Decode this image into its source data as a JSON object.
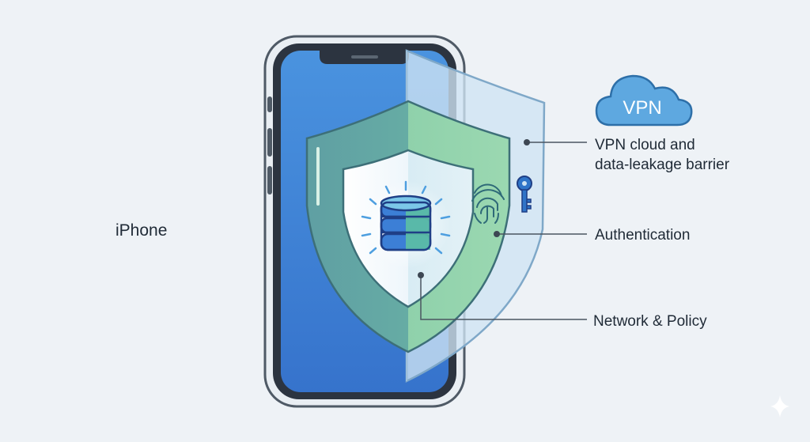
{
  "labels": {
    "iphone": "iPhone",
    "vpn_line1": "VPN cloud and",
    "vpn_line2": "data-leakage barrier",
    "authentication": "Authentication",
    "network_policy": "Network & Policy"
  },
  "cloud": {
    "text": "VPN"
  },
  "icons": [
    "database-icon",
    "fingerprint-icon",
    "key-icon",
    "cloud-icon",
    "shield-icon",
    "sparkle-icon"
  ],
  "colors": {
    "background": "#eef2f6",
    "phone_body": "#eaf0f5",
    "phone_outline": "#5b6672",
    "screen_blue": "#3f86d6",
    "shield_green": "#7cc9a5",
    "shield_teal": "#5aa8a0",
    "barrier_light": "#c6dff0",
    "cloud_blue": "#5ea8e0",
    "text": "#1f2a36",
    "leader_line": "#4a5560"
  }
}
